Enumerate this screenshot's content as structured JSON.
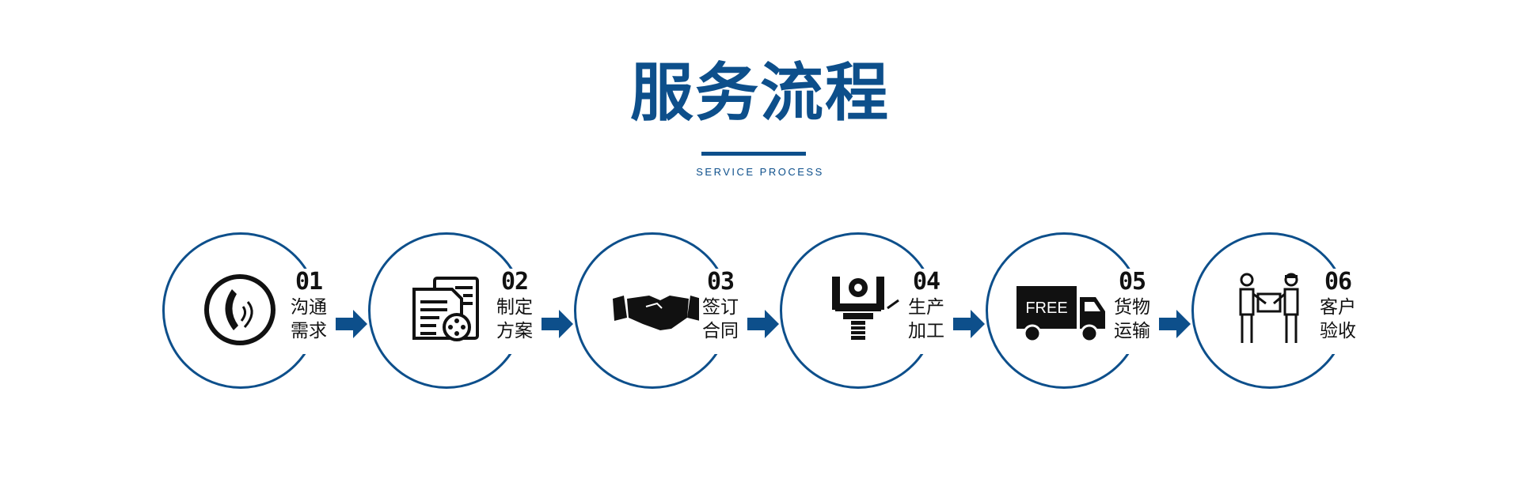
{
  "header": {
    "title": "服务流程",
    "subtitle": "SERVICE PROCESS"
  },
  "colors": {
    "accent": "#0d4f8b",
    "text": "#111111"
  },
  "steps": [
    {
      "num": "01",
      "line1": "沟通",
      "line2": "需求",
      "icon": "phone-icon"
    },
    {
      "num": "02",
      "line1": "制定",
      "line2": "方案",
      "icon": "document-film-icon"
    },
    {
      "num": "03",
      "line1": "签订",
      "line2": "合同",
      "icon": "handshake-icon"
    },
    {
      "num": "04",
      "line1": "生产",
      "line2": "加工",
      "icon": "machining-icon"
    },
    {
      "num": "05",
      "line1": "货物",
      "line2": "运输",
      "icon": "truck-icon",
      "icon_text": "FREE"
    },
    {
      "num": "06",
      "line1": "客户",
      "line2": "验收",
      "icon": "delivery-people-icon"
    }
  ]
}
